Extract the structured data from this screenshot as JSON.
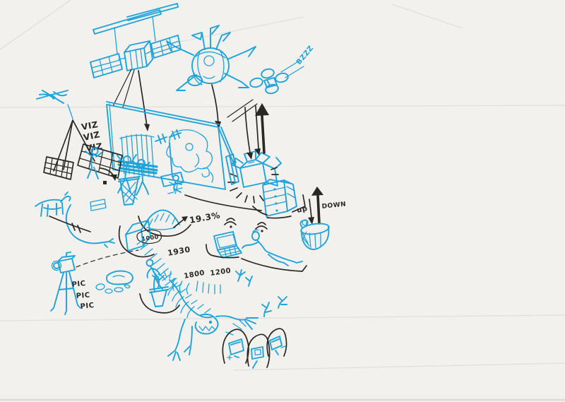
{
  "labels": {
    "viz": [
      "VIZ",
      "VIZ",
      "VIZ"
    ],
    "bzzz": "BZZZ",
    "percentage": "19.3%",
    "time_bubble": "1000",
    "time_main": "1930",
    "time_a": "1800",
    "time_b": "1200",
    "up_label": "up",
    "down_label": "DOWN",
    "pic": [
      "PIC",
      "PIC",
      "PIC"
    ]
  },
  "colors": {
    "marker_blue": "#1fa3d8",
    "ink_black": "#2a2824",
    "paper": "#f2f1ee"
  }
}
